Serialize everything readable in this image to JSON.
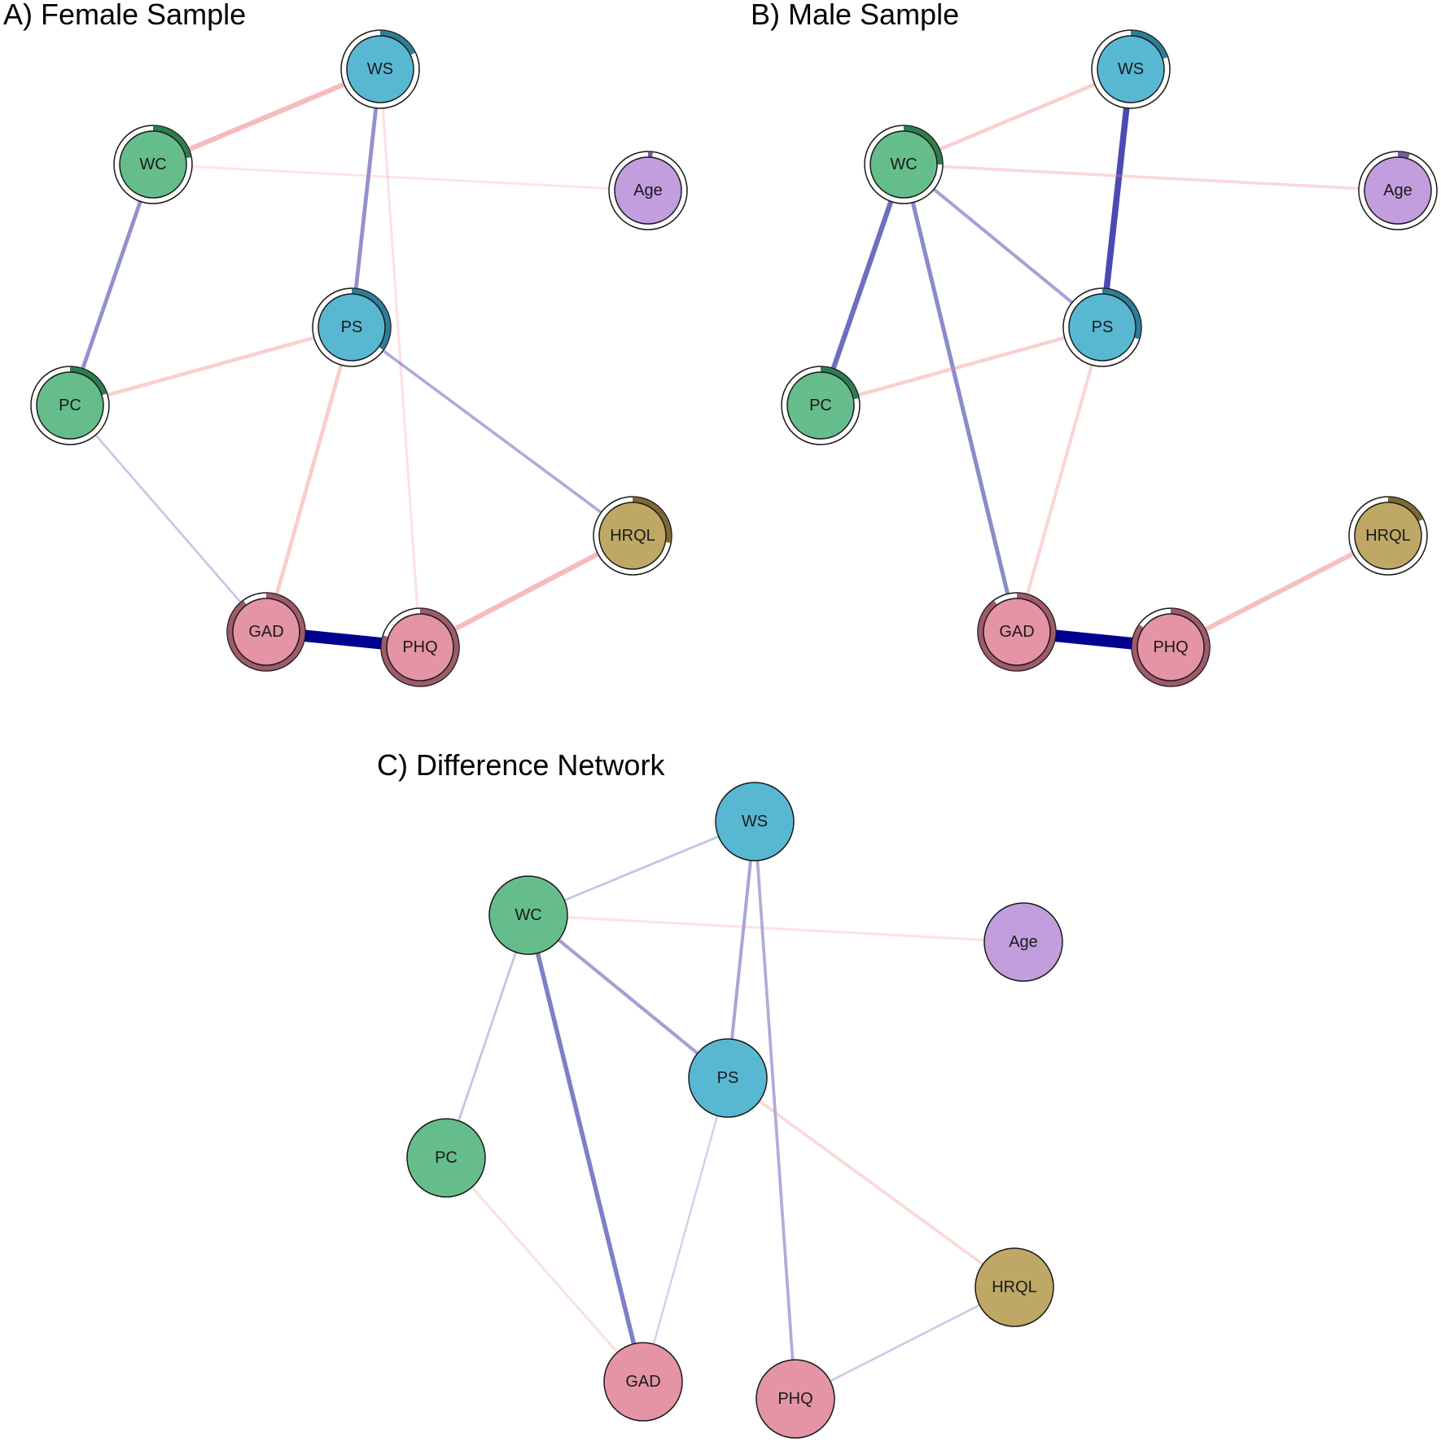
{
  "colors": {
    "positive_edge": "#f08a8a",
    "negative_edge": "#000090",
    "work": "#66bd8c",
    "stress": "#58b8d2",
    "age": "#c29ede",
    "mental": "#e494a5",
    "hrql": "#bfa865",
    "work_dark": "#2e7d4c",
    "stress_dark": "#2e7d99",
    "age_dark": "#7d5a9c",
    "mental_dark": "#a05a6a",
    "hrql_dark": "#7d6a30"
  },
  "panels": [
    {
      "title": "A) Female Sample",
      "show_pie": true,
      "nodes": [
        {
          "id": "WS",
          "label": "WS",
          "color": "stress",
          "pie": 0.18
        },
        {
          "id": "WC",
          "label": "WC",
          "color": "work",
          "pie": 0.22
        },
        {
          "id": "Age",
          "label": "Age",
          "color": "age",
          "pie": 0.02
        },
        {
          "id": "PS",
          "label": "PS",
          "color": "stress",
          "pie": 0.35
        },
        {
          "id": "PC",
          "label": "PC",
          "color": "work",
          "pie": 0.2
        },
        {
          "id": "HRQL",
          "label": "HRQL",
          "color": "hrql",
          "pie": 0.28
        },
        {
          "id": "GAD",
          "label": "GAD",
          "color": "mental",
          "pie": 0.9
        },
        {
          "id": "PHQ",
          "label": "PHQ",
          "color": "mental",
          "pie": 0.8
        }
      ],
      "edges": [
        {
          "from": "WS",
          "to": "WC",
          "weight": 0.3
        },
        {
          "from": "WS",
          "to": "PS",
          "weight": -0.2
        },
        {
          "from": "WS",
          "to": "PHQ",
          "weight": 0.08
        },
        {
          "from": "WC",
          "to": "Age",
          "weight": 0.06
        },
        {
          "from": "WC",
          "to": "PC",
          "weight": -0.2
        },
        {
          "from": "PS",
          "to": "PC",
          "weight": 0.18
        },
        {
          "from": "PS",
          "to": "GAD",
          "weight": 0.2
        },
        {
          "from": "PS",
          "to": "HRQL",
          "weight": -0.12
        },
        {
          "from": "PC",
          "to": "GAD",
          "weight": -0.05
        },
        {
          "from": "GAD",
          "to": "PHQ",
          "weight": -0.9
        },
        {
          "from": "PHQ",
          "to": "HRQL",
          "weight": 0.3
        }
      ]
    },
    {
      "title": "B) Male Sample",
      "show_pie": true,
      "nodes": [
        {
          "id": "WS",
          "label": "WS",
          "color": "stress",
          "pie": 0.2
        },
        {
          "id": "WC",
          "label": "WC",
          "color": "work",
          "pie": 0.25
        },
        {
          "id": "Age",
          "label": "Age",
          "color": "age",
          "pie": 0.05
        },
        {
          "id": "PS",
          "label": "PS",
          "color": "stress",
          "pie": 0.3
        },
        {
          "id": "PC",
          "label": "PC",
          "color": "work",
          "pie": 0.22
        },
        {
          "id": "HRQL",
          "label": "HRQL",
          "color": "hrql",
          "pie": 0.18
        },
        {
          "id": "GAD",
          "label": "GAD",
          "color": "mental",
          "pie": 0.9
        },
        {
          "id": "PHQ",
          "label": "PHQ",
          "color": "mental",
          "pie": 0.85
        }
      ],
      "edges": [
        {
          "from": "WS",
          "to": "WC",
          "weight": 0.18
        },
        {
          "from": "WS",
          "to": "PS",
          "weight": -0.4
        },
        {
          "from": "WC",
          "to": "Age",
          "weight": 0.12
        },
        {
          "from": "WC",
          "to": "PC",
          "weight": -0.3
        },
        {
          "from": "WC",
          "to": "PS",
          "weight": -0.15
        },
        {
          "from": "WC",
          "to": "GAD",
          "weight": -0.22
        },
        {
          "from": "PS",
          "to": "PC",
          "weight": 0.18
        },
        {
          "from": "PS",
          "to": "GAD",
          "weight": 0.15
        },
        {
          "from": "GAD",
          "to": "PHQ",
          "weight": -0.9
        },
        {
          "from": "PHQ",
          "to": "HRQL",
          "weight": 0.28
        }
      ]
    },
    {
      "title": "C) Difference Network",
      "show_pie": false,
      "nodes": [
        {
          "id": "WS",
          "label": "WS",
          "color": "stress"
        },
        {
          "id": "WC",
          "label": "WC",
          "color": "work"
        },
        {
          "id": "Age",
          "label": "Age",
          "color": "age"
        },
        {
          "id": "PS",
          "label": "PS",
          "color": "stress"
        },
        {
          "id": "PC",
          "label": "PC",
          "color": "work"
        },
        {
          "id": "HRQL",
          "label": "HRQL",
          "color": "hrql"
        },
        {
          "id": "GAD",
          "label": "GAD",
          "color": "mental"
        },
        {
          "id": "PHQ",
          "label": "PHQ",
          "color": "mental"
        }
      ],
      "edges": [
        {
          "from": "WS",
          "to": "WC",
          "weight": -0.06
        },
        {
          "from": "WS",
          "to": "PS",
          "weight": -0.14
        },
        {
          "from": "WS",
          "to": "PHQ",
          "weight": -0.12
        },
        {
          "from": "WC",
          "to": "Age",
          "weight": 0.07
        },
        {
          "from": "WC",
          "to": "PS",
          "weight": -0.16
        },
        {
          "from": "WC",
          "to": "GAD",
          "weight": -0.25
        },
        {
          "from": "WC",
          "to": "PC",
          "weight": -0.06
        },
        {
          "from": "PS",
          "to": "HRQL",
          "weight": 0.12
        },
        {
          "from": "PS",
          "to": "GAD",
          "weight": -0.03
        },
        {
          "from": "PC",
          "to": "GAD",
          "weight": 0.08
        },
        {
          "from": "PHQ",
          "to": "HRQL",
          "weight": -0.04
        }
      ]
    }
  ]
}
